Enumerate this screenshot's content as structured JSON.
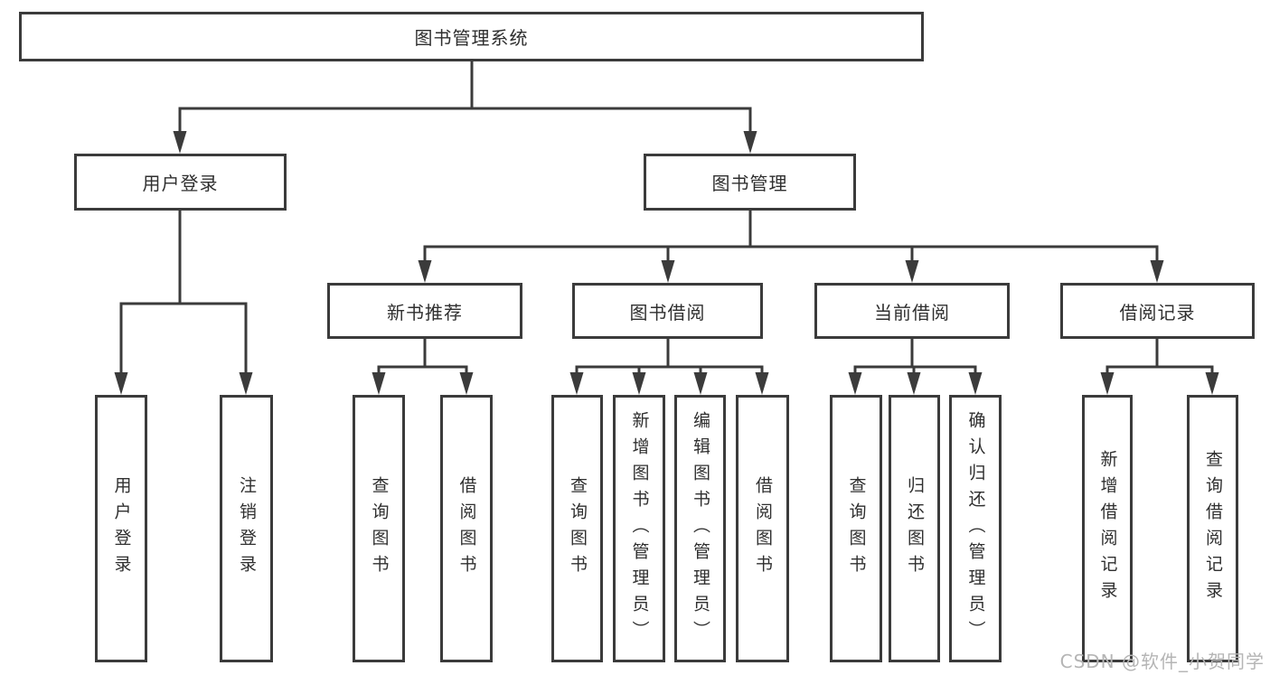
{
  "tree": {
    "label": "图书管理系统",
    "children": [
      {
        "label": "用户登录",
        "children": [
          {
            "label": "用户登录"
          },
          {
            "label": "注销登录"
          }
        ]
      },
      {
        "label": "图书管理",
        "children": [
          {
            "label": "新书推荐",
            "children": [
              {
                "label": "查询图书"
              },
              {
                "label": "借阅图书"
              }
            ]
          },
          {
            "label": "图书借阅",
            "children": [
              {
                "label": "查询图书"
              },
              {
                "label": "新增图书（管理员）"
              },
              {
                "label": "编辑图书（管理员）"
              },
              {
                "label": "借阅图书"
              }
            ]
          },
          {
            "label": "当前借阅",
            "children": [
              {
                "label": "查询图书"
              },
              {
                "label": "归还图书"
              },
              {
                "label": "确认归还（管理员）"
              }
            ]
          },
          {
            "label": "借阅记录",
            "children": [
              {
                "label": "新增借阅记录"
              },
              {
                "label": "查询借阅记录"
              }
            ]
          }
        ]
      }
    ]
  },
  "watermark": "CSDN @软件_小贺同学",
  "colors": {
    "line": "#3b3b3b",
    "text": "#2f2f2f",
    "watermark": "#b5b5b5",
    "background": "#ffffff"
  }
}
